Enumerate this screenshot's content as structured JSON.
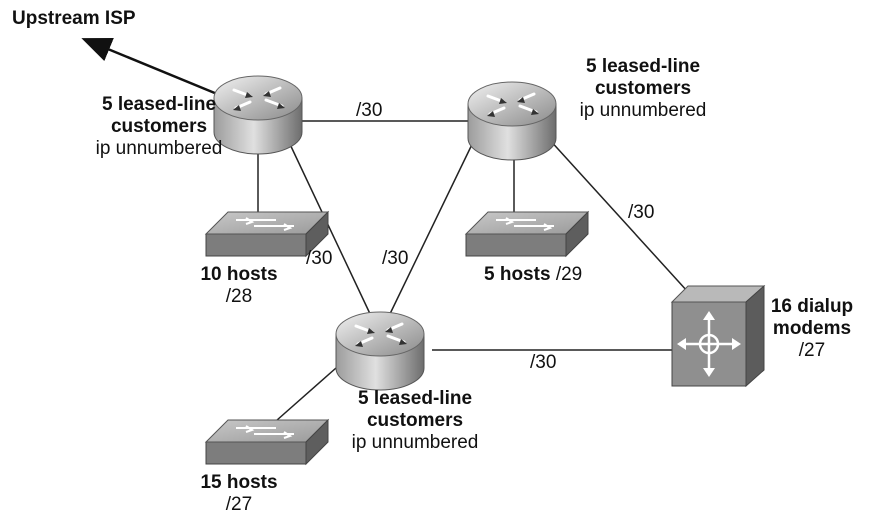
{
  "upstream": {
    "label": "Upstream ISP"
  },
  "routers": {
    "left": {
      "customers_label": "5 leased-line customers",
      "line1": "5 leased-line",
      "line2": "customers",
      "ip_label": "ip unnumbered"
    },
    "right": {
      "line1": "5 leased-line",
      "line2": "customers",
      "ip_label": "ip unnumbered"
    },
    "bottom": {
      "line1": "5 leased-line",
      "line2": "customers",
      "ip_label": "ip unnumbered"
    }
  },
  "switches": {
    "left": {
      "hosts_label": "10 hosts",
      "prefix": "/28"
    },
    "middle": {
      "hosts_label": "5 hosts",
      "prefix": "/29"
    },
    "bottom": {
      "hosts_label": "15 hosts",
      "prefix": "/27"
    }
  },
  "dialup": {
    "line1": "16 dialup",
    "line2": "modems",
    "prefix": "/27"
  },
  "links": {
    "left_right": "/30",
    "left_bottom": "/30",
    "right_bottom": "/30",
    "right_dialup": "/30",
    "bottom_dialup": "/30"
  },
  "colors": {
    "device_gray": "#9a9a9a",
    "device_dark": "#555555",
    "line": "#222222"
  }
}
